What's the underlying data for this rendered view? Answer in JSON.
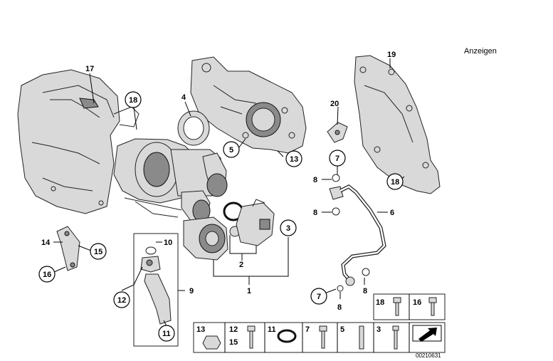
{
  "header": {
    "link_label": "Anzeigen"
  },
  "footer": {
    "diagram_id": "00210631"
  },
  "callouts": {
    "c1": "1",
    "c2": "2",
    "c3": "3",
    "c4": "4",
    "c5": "5",
    "c6": "6",
    "c7a": "7",
    "c7b": "7",
    "c8a": "8",
    "c8b": "8",
    "c8c": "8",
    "c8d": "8",
    "c9": "9",
    "c10": "10",
    "c11": "11",
    "c12": "12",
    "c13": "13",
    "c14": "14",
    "c15": "15",
    "c16": "16",
    "c17": "17",
    "c18a": "18",
    "c18b": "18",
    "c19": "19",
    "c20": "20"
  },
  "legend": {
    "top": {
      "item18": "18",
      "item16": "16"
    },
    "bottom": {
      "item13": "13",
      "item12": "12",
      "item15": "15",
      "item11": "11",
      "item7": "7",
      "item5": "5",
      "item3": "3"
    }
  }
}
